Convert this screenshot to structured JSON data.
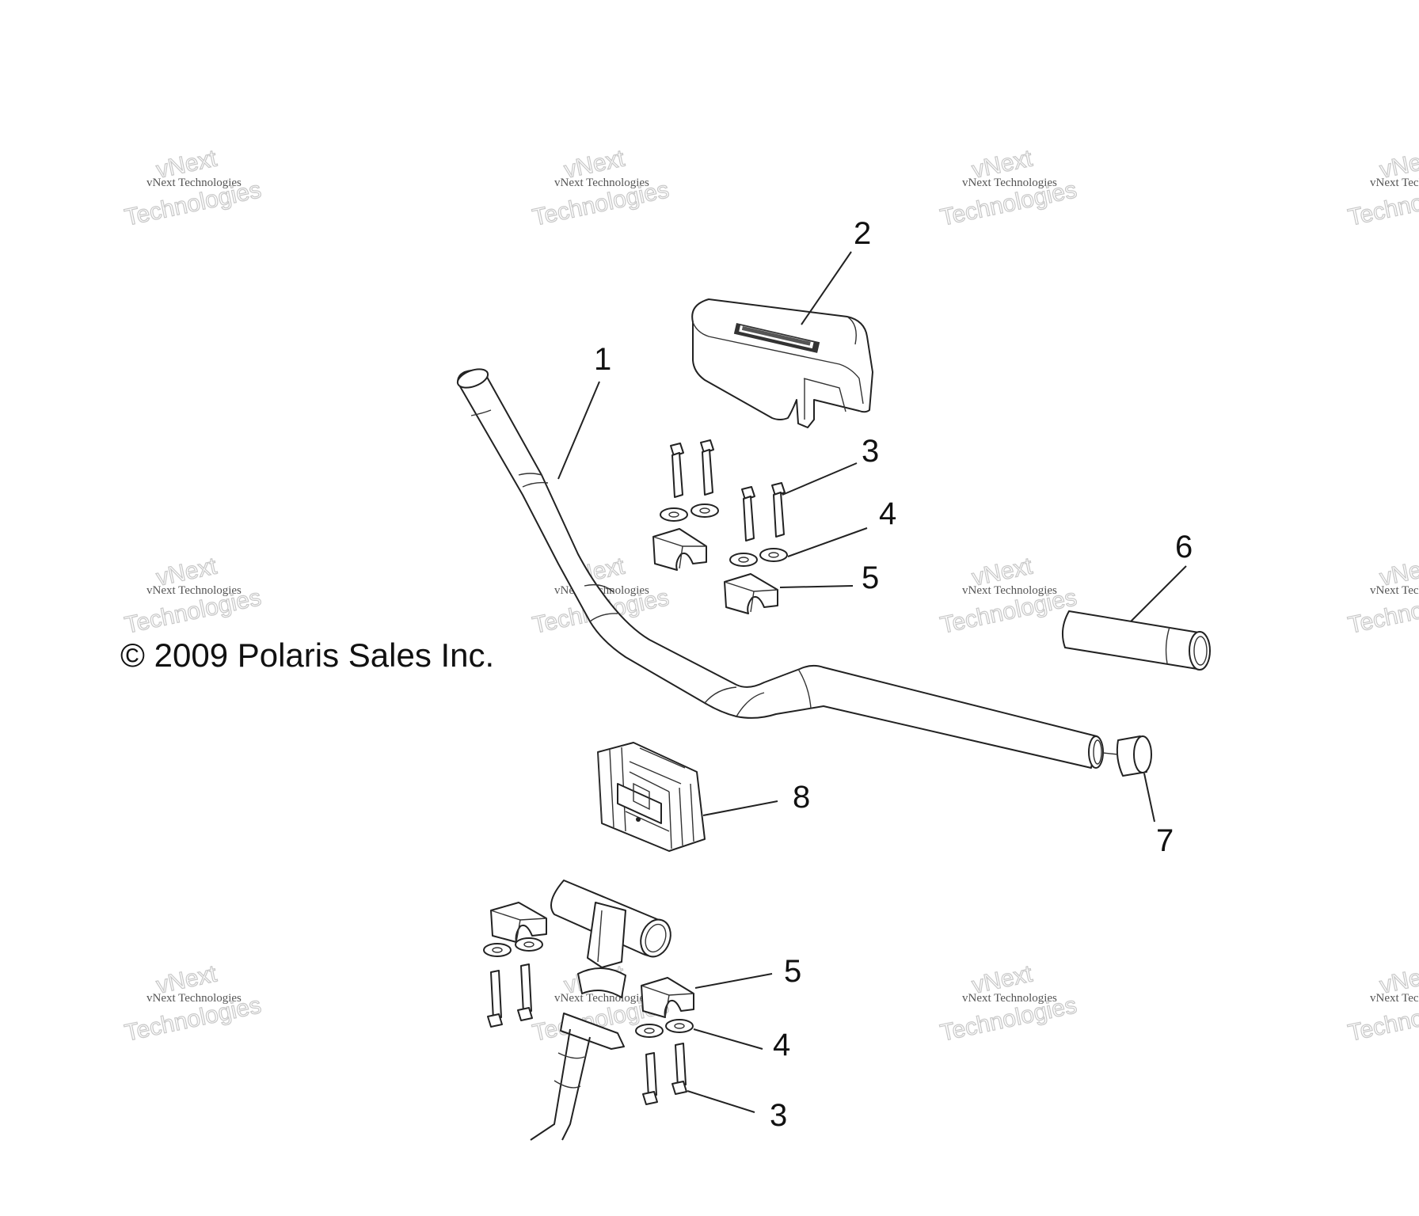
{
  "copyright": "© 2009 Polaris Sales Inc.",
  "watermark": {
    "line1": "vNext",
    "line2": "vNext Technologies",
    "line3": "Technologies"
  },
  "callouts": [
    "1",
    "2",
    "3",
    "4",
    "5",
    "6",
    "7",
    "8",
    "5",
    "4",
    "3"
  ],
  "colors": {
    "ink": "#222222",
    "background": "#ffffff",
    "watermark": "#c8c8c8"
  }
}
